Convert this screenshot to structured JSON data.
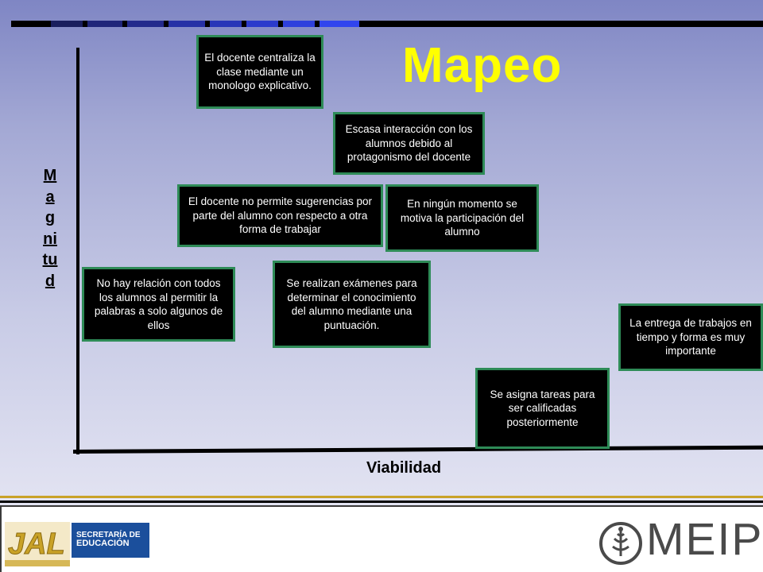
{
  "title": "Mapeo",
  "axes": {
    "y_label": "Magnitud",
    "x_label": "Viabilidad"
  },
  "boxes": [
    {
      "id": "centraliza",
      "text": "El docente centraliza la clase mediante un monologo explicativo."
    },
    {
      "id": "escasa",
      "text": "Escasa interacción con los alumnos debido al protagonismo del docente"
    },
    {
      "id": "sugerencias",
      "text": "El docente no permite sugerencias por parte del alumno con respecto a otra forma de trabajar"
    },
    {
      "id": "motiva",
      "text": "En ningún momento se motiva la participación del alumno"
    },
    {
      "id": "relacion",
      "text": "No hay relación con todos los alumnos al permitir  la  palabras a solo algunos de ellos"
    },
    {
      "id": "examenes",
      "text": "Se realizan exámenes para determinar el conocimiento del alumno mediante una puntuación."
    },
    {
      "id": "entrega",
      "text": "La entrega de trabajos en tiempo y forma es muy importante"
    },
    {
      "id": "tareas",
      "text": "Se asigna tareas para ser calificadas posteriormente"
    }
  ],
  "footer": {
    "jal_logo": "JAL",
    "secretaria_line1": "SECRETARÍA DE",
    "secretaria_line2": "EDUCACIÓN",
    "meipe_logo": "MEIPE"
  },
  "colors": {
    "title": "#ffff00",
    "box_bg": "#000000",
    "box_border": "#2e8b57",
    "box_text": "#ffffff",
    "secretaria": "#1b4f9c",
    "jal": "#c9a227"
  }
}
